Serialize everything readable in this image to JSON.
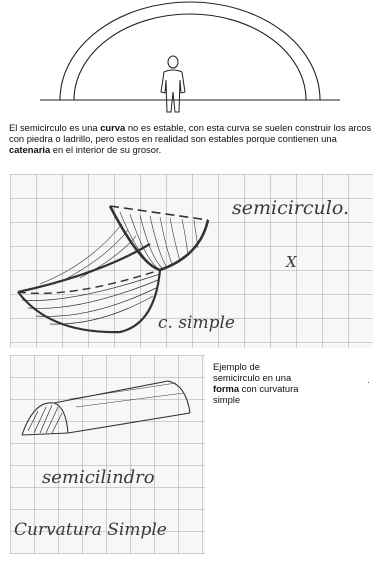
{
  "caption": {
    "t1": "El semicirculo es una ",
    "b1": "curva",
    "t2": " no es estable, con esta curva se suelen construir los arcos con piedra o ladrillo, pero estos en realidad son estables porque contienen una ",
    "b2": "catenaria",
    "t3": " en el interior de su grosor."
  },
  "sketch1": {
    "label_top": "semicirculo.",
    "label_mark": "X",
    "label_bottom": "c. simple"
  },
  "sketch2": {
    "label_top": "semicilindro",
    "label_bottom": "Curvatura Simple"
  },
  "side_note": {
    "t1": "Ejemplo de semicirculo en una ",
    "b1": "forma",
    "t2": " con curvatura simple"
  },
  "stray_dot": "."
}
